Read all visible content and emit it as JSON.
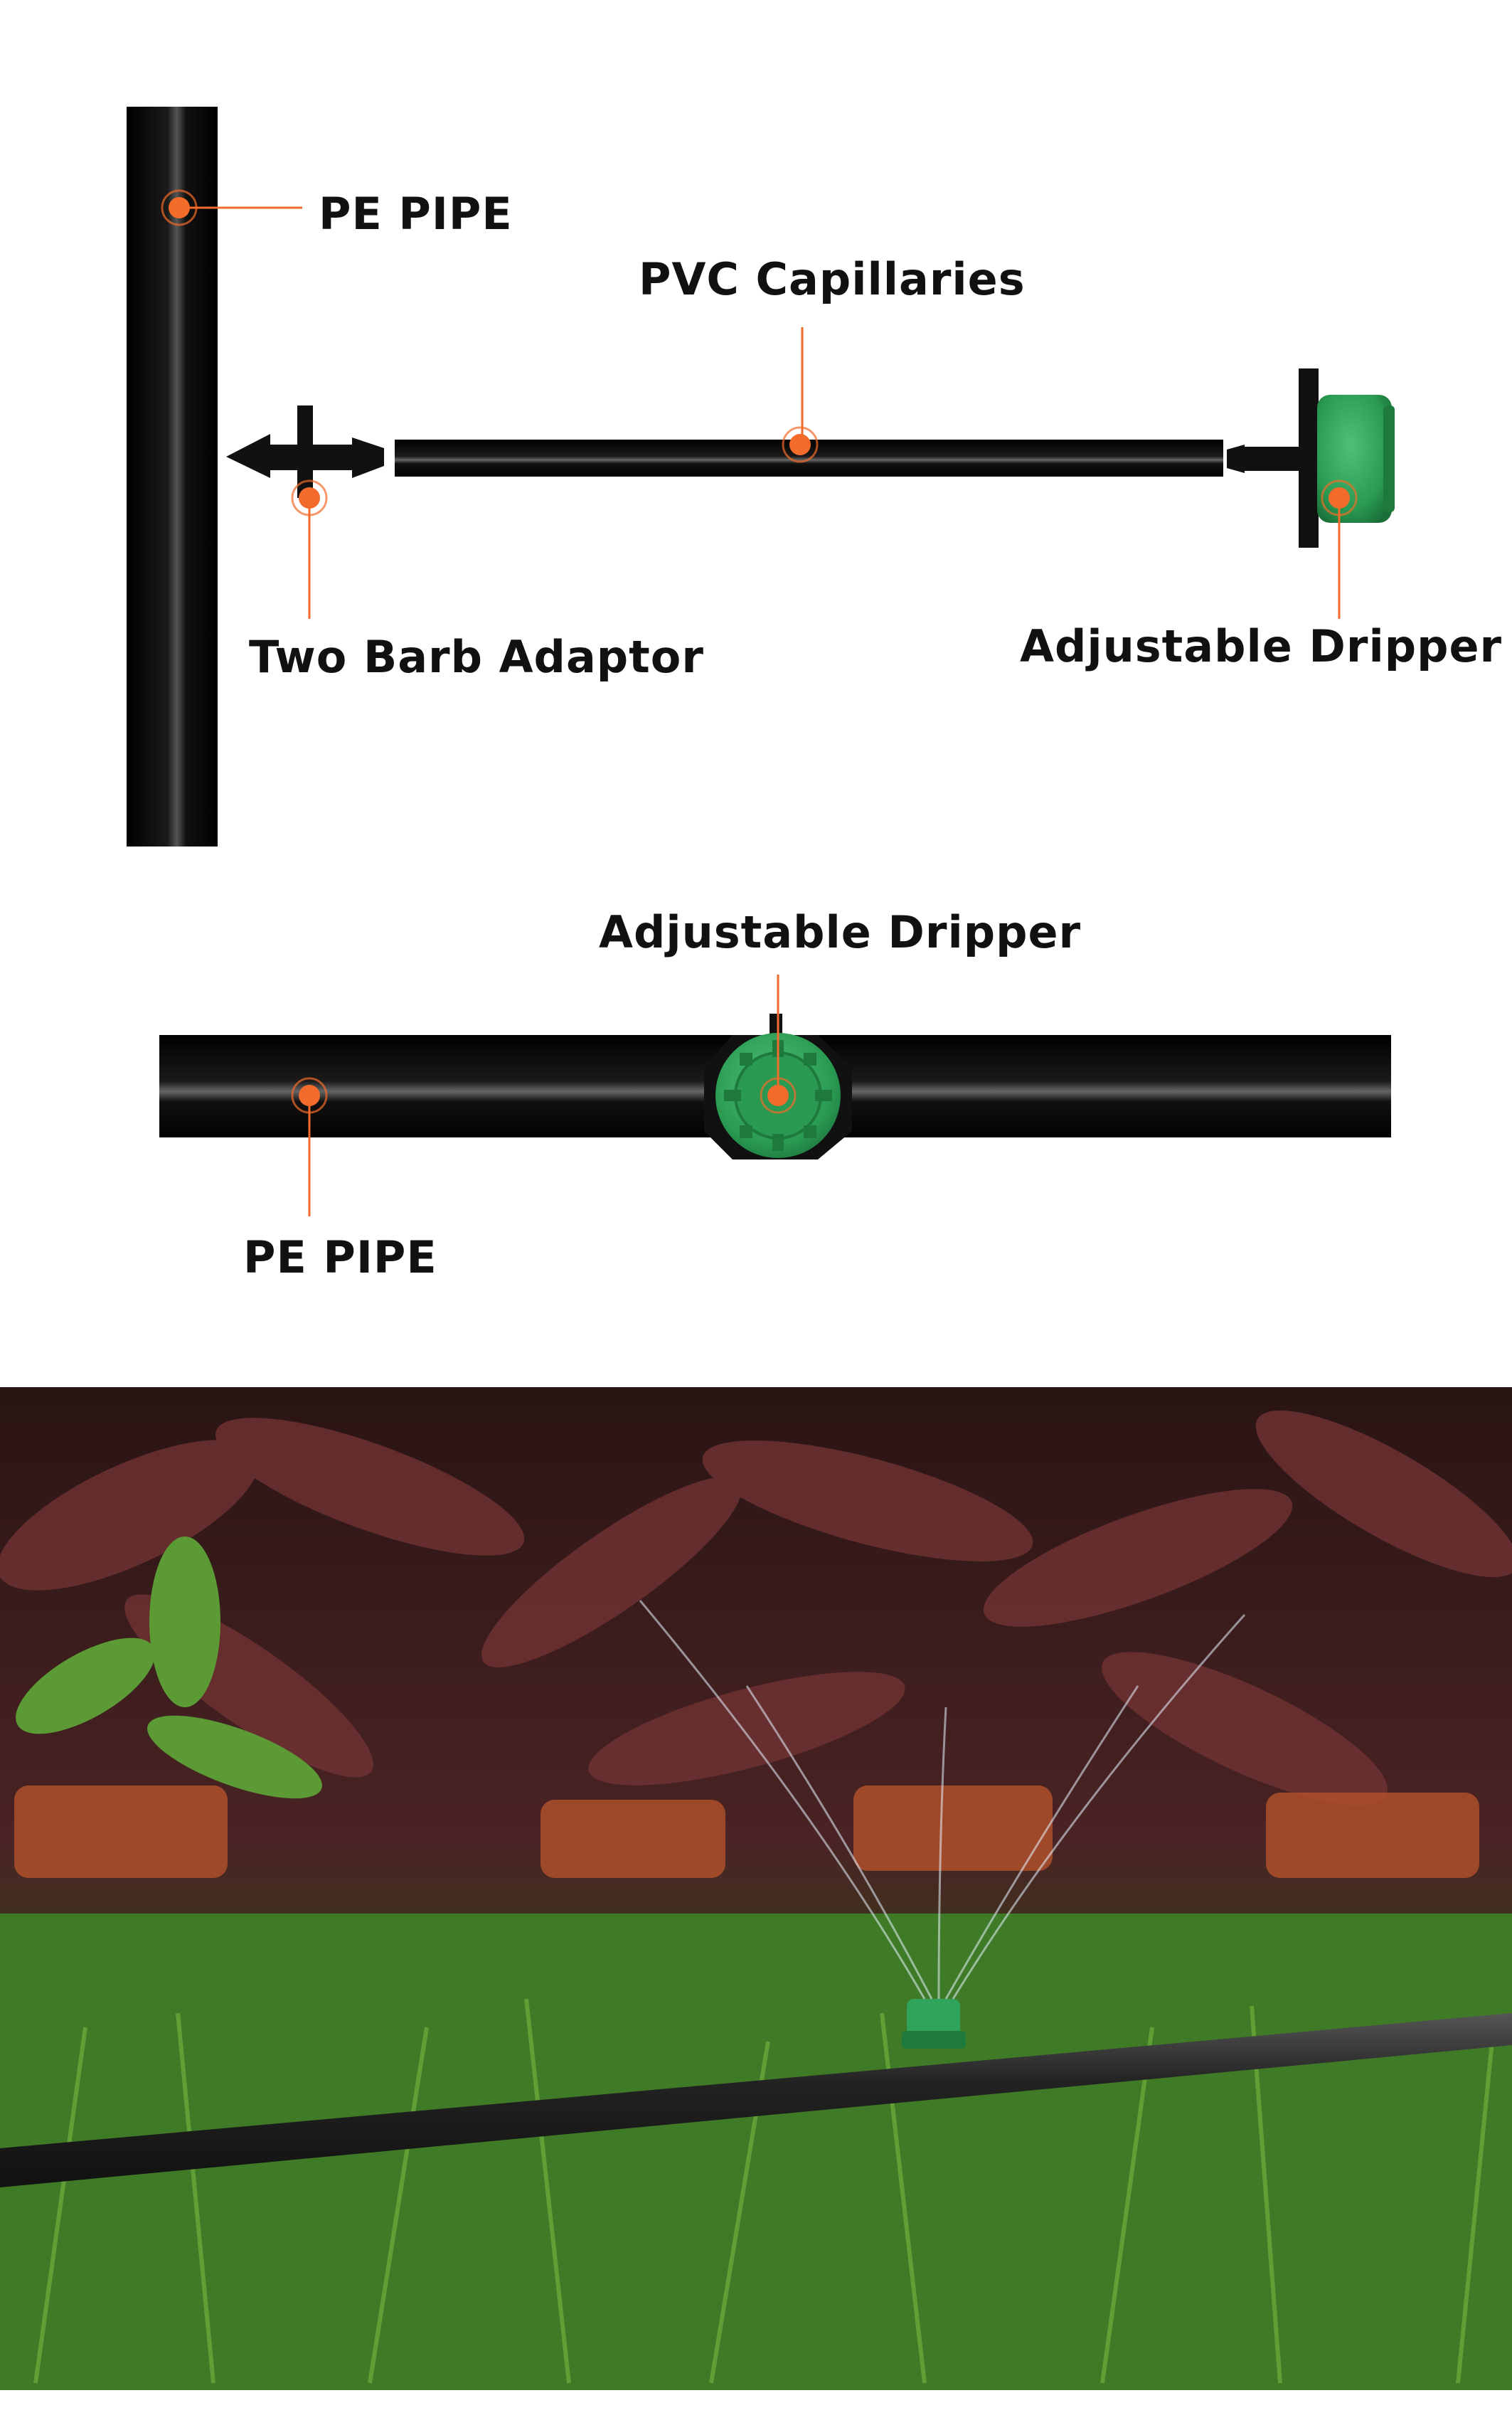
{
  "diagram_top": {
    "labels": {
      "pe_pipe": "PE PIPE",
      "pvc_capillaries": "PVC Capillaries",
      "two_barb_adaptor": "Two Barb Adaptor",
      "adjustable_dripper": "Adjustable Dripper"
    }
  },
  "diagram_bottom": {
    "labels": {
      "adjustable_dripper": "Adjustable Dripper",
      "pe_pipe": "PE PIPE"
    }
  },
  "colors": {
    "pipe": "#0a0a0a",
    "pipe_highlight": "#5a5a5a",
    "marker": "#f26b2a",
    "leader_line": "#f26b2a",
    "dripper_green": "#2fa35a",
    "dripper_dark": "#1d7a3c"
  },
  "photo": {
    "icon": "garden-sprinkler-photo"
  }
}
